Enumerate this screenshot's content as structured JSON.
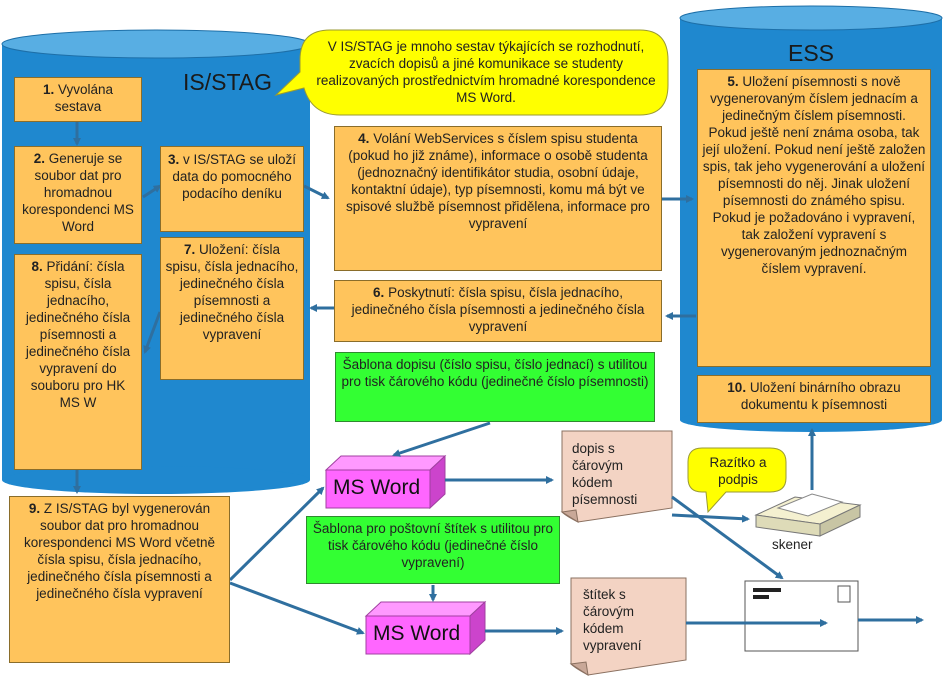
{
  "systems": {
    "isstag": "IS/STAG",
    "ess": "ESS"
  },
  "callout_top": "V IS/STAG je mnoho sestav týkajících se rozhodnutí, zvacích dopisů a jiné komunikace se studenty realizovaných prostřednictvím hromadné korespondence MS Word.",
  "callout_stamp": "Razítko a podpis",
  "steps": {
    "s1": {
      "num": "1.",
      "text": "Vyvolána sestava"
    },
    "s2": {
      "num": "2.",
      "text": "Generuje se soubor dat pro hromadnou korespondenci MS Word"
    },
    "s3": {
      "num": "3.",
      "text": "v IS/STAG se uloží data do pomocného podacího deníku"
    },
    "s4": {
      "num": "4.",
      "text": "Volání WebServices s číslem spisu studenta (pokud ho již známe), informace o osobě studenta (jednoznačný identifikátor studia, osobní údaje, kontaktní údaje), typ písemnosti, komu má být ve spisové službě písemnost přidělena, informace pro vypravení"
    },
    "s5": {
      "num": "5.",
      "text": "Uložení písemnosti s nově vygenerovaným číslem jednacím a jedinečným číslem písemnosti. Pokud ještě není známa osoba, tak její uložení. Pokud není ještě založen spis, tak jeho vygenerování a uložení písemnosti do něj. Jinak uložení písemnosti do známého spisu. Pokud je požadováno i vypravení, tak založení vypravení s vygenerovaným jednoznačným číslem vypravení."
    },
    "s6": {
      "num": "6.",
      "text": "Poskytnutí: čísla spisu, čísla jednacího, jedinečného čísla písemnosti a jedinečného čísla vypravení"
    },
    "s7": {
      "num": "7.",
      "text": "Uložení: čísla spisu, čísla jednacího, jedinečného čísla písemnosti a jedinečného čísla vypravení"
    },
    "s8": {
      "num": "8.",
      "text": "Přidání: čísla spisu, čísla jednacího, jedinečného čísla písemnosti a jedinečného čísla vypravení do souboru pro HK MS W"
    },
    "s9": {
      "num": "9.",
      "text": "Z IS/STAG byl vygenerován soubor dat pro hromadnou korespondenci MS Word včetně čísla spisu, čísla jednacího, jedinečného čísla písemnosti a jedinečného čísla vypravení"
    },
    "s10": {
      "num": "10.",
      "text": "Uložení binárního obrazu dokumentu k písemnosti"
    }
  },
  "templates": {
    "letter": "Šablona dopisu (číslo spisu, číslo jednací) s utilitou pro tisk čárového kódu (jedinečné číslo písemnosti)",
    "label": "Šablona pro poštovní štítek s utilitou pro tisk čárového kódu (jedinečné číslo vypravení)"
  },
  "word": {
    "label": "MS Word"
  },
  "documents": {
    "letter": "dopis s čárovým kódem písemnosti",
    "label": "štítek s čárovým kódem vypravení"
  },
  "scanner": "skener",
  "colors": {
    "cylinder": "#1f88cf",
    "process_box": "#ffc45c",
    "template_box": "#33ff33",
    "callout": "#ffff00",
    "word_cube": "#ff66ff",
    "document": "#f3d3c3",
    "arrow": "#2f6f9f"
  }
}
